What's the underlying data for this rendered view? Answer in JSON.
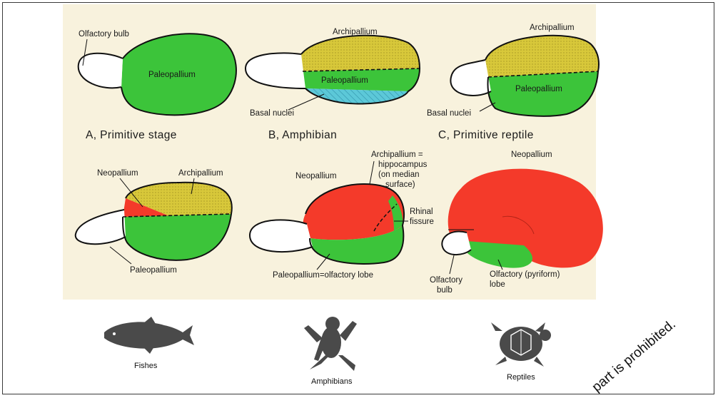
{
  "panels": {
    "a": {
      "caption": "A, Primitive stage",
      "labels": {
        "olfactory_bulb": "Olfactory bulb",
        "paleopallium": "Paleopallium"
      }
    },
    "b": {
      "caption": "B, Amphibian",
      "labels": {
        "archipallium": "Archipallium",
        "paleopallium": "Paleopallium",
        "basal_nuclei": "Basal nuclei"
      }
    },
    "c": {
      "caption": "C, Primitive reptile",
      "labels": {
        "archipallium": "Archipallium",
        "paleopallium": "Paleopallium",
        "basal_nuclei": "Basal nuclei"
      }
    },
    "d": {
      "labels": {
        "neopallium": "Neopallium",
        "archipallium": "Archipallium",
        "paleopallium": "Paleopallium"
      }
    },
    "e": {
      "labels": {
        "neopallium": "Neopallium",
        "archi_line1": "Archipallium =",
        "archi_line2": "hippocampus",
        "archi_line3": "(on median",
        "archi_line4": "surface)",
        "rhinal_line1": "Rhinal",
        "rhinal_line2": "fissure",
        "paleo_olfactory": "Paleopallium=olfactory lobe"
      }
    },
    "f": {
      "labels": {
        "neopallium": "Neopallium",
        "bulb_line1": "Olfactory",
        "bulb_line2": "bulb",
        "pyriform_line1": "Olfactory (pyriform)",
        "pyriform_line2": "lobe"
      }
    }
  },
  "animals": {
    "fish": "Fishes",
    "amphibian": "Amphibians",
    "reptile": "Reptiles"
  },
  "watermark": "part is prohibited.",
  "colors": {
    "green": "#3cc43a",
    "yellow": "#d8c83a",
    "red": "#f43a2a",
    "cyan": "#5cc8d8",
    "animal": "#4a4a4a"
  }
}
